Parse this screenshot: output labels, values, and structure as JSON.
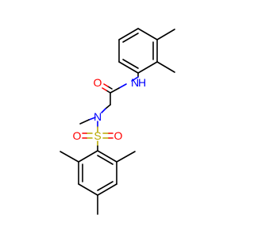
{
  "atoms": {
    "O_carbonyl": {
      "label": "O",
      "color": "#ff0000"
    },
    "N_amide": {
      "label": "N",
      "color": "#0000ff"
    },
    "H_amide": {
      "label": "H",
      "color": "#0000ff"
    },
    "N_sulfonamide": {
      "label": "N",
      "color": "#0000ff"
    },
    "S": {
      "label": "S",
      "color": "#b8a800"
    },
    "O_left": {
      "label": "O",
      "color": "#ff0000"
    },
    "O_right": {
      "label": "O",
      "color": "#ff0000"
    }
  },
  "colors": {
    "carbon_bond": "#000000",
    "oxygen": "#ff0000",
    "nitrogen": "#0000ff",
    "sulfur": "#b8a800",
    "background": "#ffffff"
  }
}
